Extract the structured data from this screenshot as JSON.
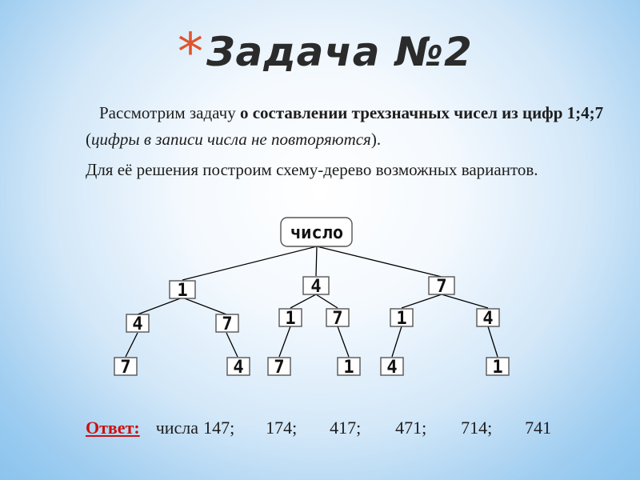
{
  "title": {
    "bullet": "*",
    "text": "Задача №2"
  },
  "paragraph1": {
    "part1": "Рассмотрим задачу ",
    "part2_bold": "о составлении трехзначных чисел из цифр 1;4;7",
    "part3": " (",
    "part4_italic": "цифры в записи числа не повторяются",
    "part5": ")."
  },
  "paragraph2": "Для её решения построим схему-дерево возможных вариантов.",
  "tree": {
    "root": "число",
    "level1": [
      "1",
      "4",
      "7"
    ],
    "level2": [
      "4",
      "7",
      "1",
      "7",
      "1",
      "4"
    ],
    "level3": [
      "7",
      "4",
      "7",
      "1",
      "4",
      "1"
    ]
  },
  "answer": {
    "label": "Ответ:",
    "prefix": "числа",
    "numbers": [
      "147;",
      "174;",
      "417;",
      "471;",
      "714;",
      "741"
    ]
  }
}
